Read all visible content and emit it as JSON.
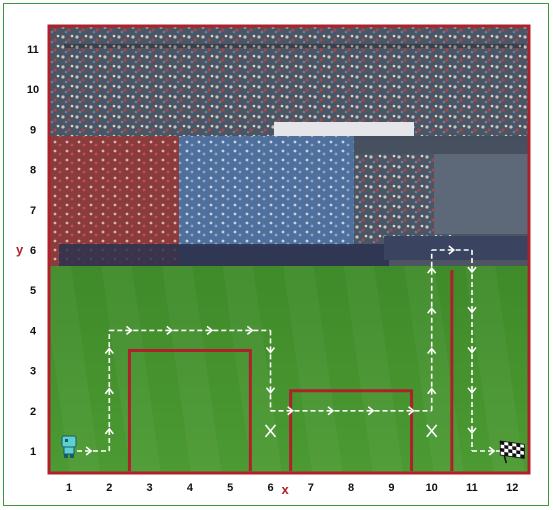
{
  "scene": {
    "description_colors": {
      "frame_border": "#b0202a",
      "wall": "#b0202a",
      "path": "#ffffff",
      "card_border": "#3a9a3a"
    },
    "x_axis": {
      "letter": "x",
      "ticks": [
        "1",
        "2",
        "3",
        "4",
        "5",
        "6",
        "7",
        "8",
        "9",
        "10",
        "11",
        "12"
      ]
    },
    "y_axis": {
      "letter": "y",
      "ticks": [
        "1",
        "2",
        "3",
        "4",
        "5",
        "6",
        "7",
        "8",
        "9",
        "10",
        "11"
      ]
    },
    "start": {
      "icon": "robot-icon",
      "x": 1,
      "y": 1
    },
    "goal": {
      "icon": "checkered-flag-icon",
      "x": 12,
      "y": 1
    },
    "path_points": [
      [
        1,
        1
      ],
      [
        2,
        1
      ],
      [
        2,
        4
      ],
      [
        6,
        4
      ],
      [
        6,
        2
      ],
      [
        10,
        2
      ],
      [
        10,
        6
      ],
      [
        11,
        6
      ],
      [
        11,
        1
      ],
      [
        12,
        1
      ]
    ],
    "crossings": [
      [
        6,
        1.5
      ],
      [
        10,
        1.5
      ]
    ],
    "walls": [
      {
        "points": [
          [
            2.5,
            0.5
          ],
          [
            2.5,
            3.5
          ],
          [
            5.5,
            3.5
          ],
          [
            5.5,
            0.5
          ]
        ]
      },
      {
        "points": [
          [
            6.5,
            0.5
          ],
          [
            6.5,
            2.5
          ],
          [
            9.5,
            2.5
          ],
          [
            9.5,
            0.5
          ]
        ]
      },
      {
        "points": [
          [
            10.5,
            0.5
          ],
          [
            10.5,
            5.5
          ]
        ]
      }
    ]
  }
}
